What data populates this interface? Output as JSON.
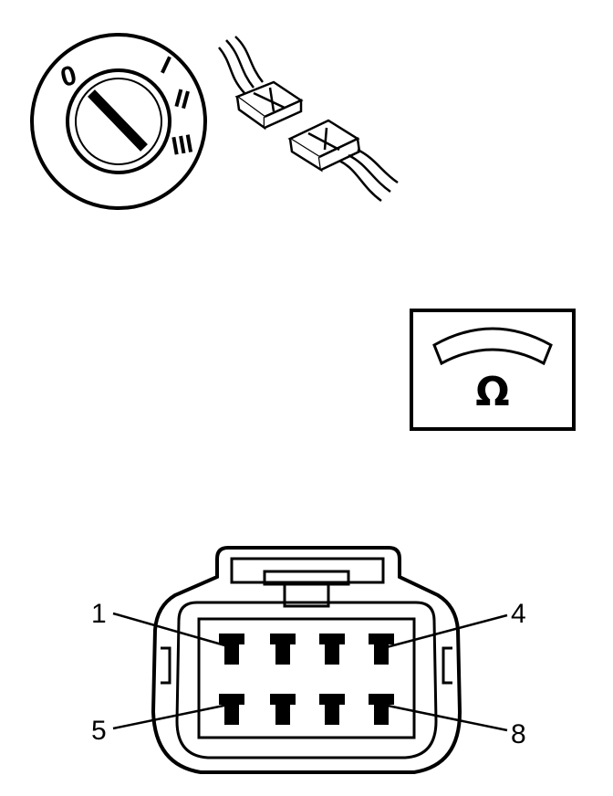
{
  "ignition_switch": {
    "positions": [
      "0",
      "I",
      "II",
      "III"
    ]
  },
  "meter": {
    "symbol": "Ω"
  },
  "connector": {
    "pin_labels": {
      "top_left": "1",
      "top_right": "4",
      "bottom_left": "5",
      "bottom_right": "8"
    }
  },
  "colors": {
    "ink": "#000000",
    "paper": "#ffffff"
  }
}
